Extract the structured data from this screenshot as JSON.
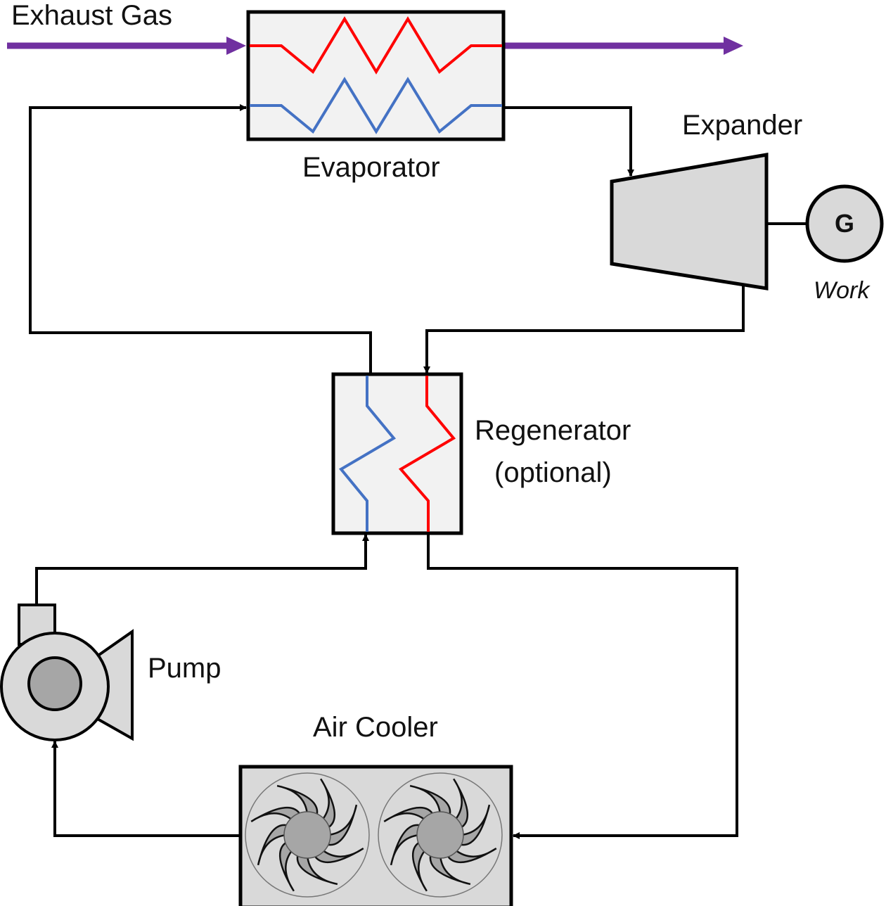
{
  "diagram": {
    "title": "Organic Rankine Cycle with optional regenerator",
    "labels": {
      "exhaust_gas": "Exhaust Gas",
      "evaporator": "Evaporator",
      "expander": "Expander",
      "generator_symbol": "G",
      "work": "Work",
      "regenerator_line1": "Regenerator",
      "regenerator_line2": "(optional)",
      "pump": "Pump",
      "air_cooler": "Air Cooler"
    },
    "colors": {
      "exhaust_stream": "#7030A0",
      "hot_stream": "#FF0000",
      "cold_stream": "#4472C4",
      "pipe": "#000000",
      "exchanger_fill": "#F2F2F2",
      "equipment_fill": "#D9D9D9",
      "fan_blade_fill": "#A6A6A6"
    },
    "components": [
      {
        "id": "evaporator",
        "name": "Evaporator"
      },
      {
        "id": "expander",
        "name": "Expander"
      },
      {
        "id": "generator",
        "name": "G"
      },
      {
        "id": "regenerator",
        "name": "Regenerator (optional)"
      },
      {
        "id": "air_cooler",
        "name": "Air Cooler",
        "fans": 2
      },
      {
        "id": "pump",
        "name": "Pump"
      }
    ],
    "flows": [
      {
        "from": "exhaust_gas_in",
        "to": "evaporator"
      },
      {
        "from": "evaporator",
        "to": "exhaust_gas_out"
      },
      {
        "from": "evaporator",
        "to": "expander"
      },
      {
        "from": "expander",
        "to": "regenerator"
      },
      {
        "from": "regenerator",
        "to": "air_cooler"
      },
      {
        "from": "air_cooler",
        "to": "pump"
      },
      {
        "from": "pump",
        "to": "regenerator"
      },
      {
        "from": "regenerator",
        "to": "evaporator"
      },
      {
        "from": "expander",
        "to": "generator"
      }
    ]
  }
}
